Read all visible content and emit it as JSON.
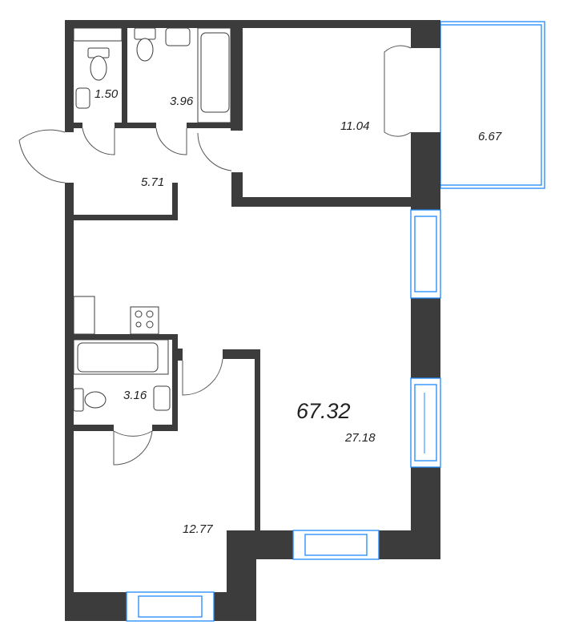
{
  "plan": {
    "total_area": "67.32",
    "rooms": [
      {
        "id": "wc",
        "area": "1.50"
      },
      {
        "id": "bathroom-1",
        "area": "3.96"
      },
      {
        "id": "hallway",
        "area": "5.71"
      },
      {
        "id": "bedroom-1",
        "area": "11.04"
      },
      {
        "id": "balcony",
        "area": "6.67"
      },
      {
        "id": "living-kitchen",
        "area": "27.18"
      },
      {
        "id": "bathroom-2",
        "area": "3.16"
      },
      {
        "id": "bedroom-2",
        "area": "12.77"
      }
    ]
  },
  "colors": {
    "wall": "#3c3c3c",
    "window": "#1e88ff"
  }
}
